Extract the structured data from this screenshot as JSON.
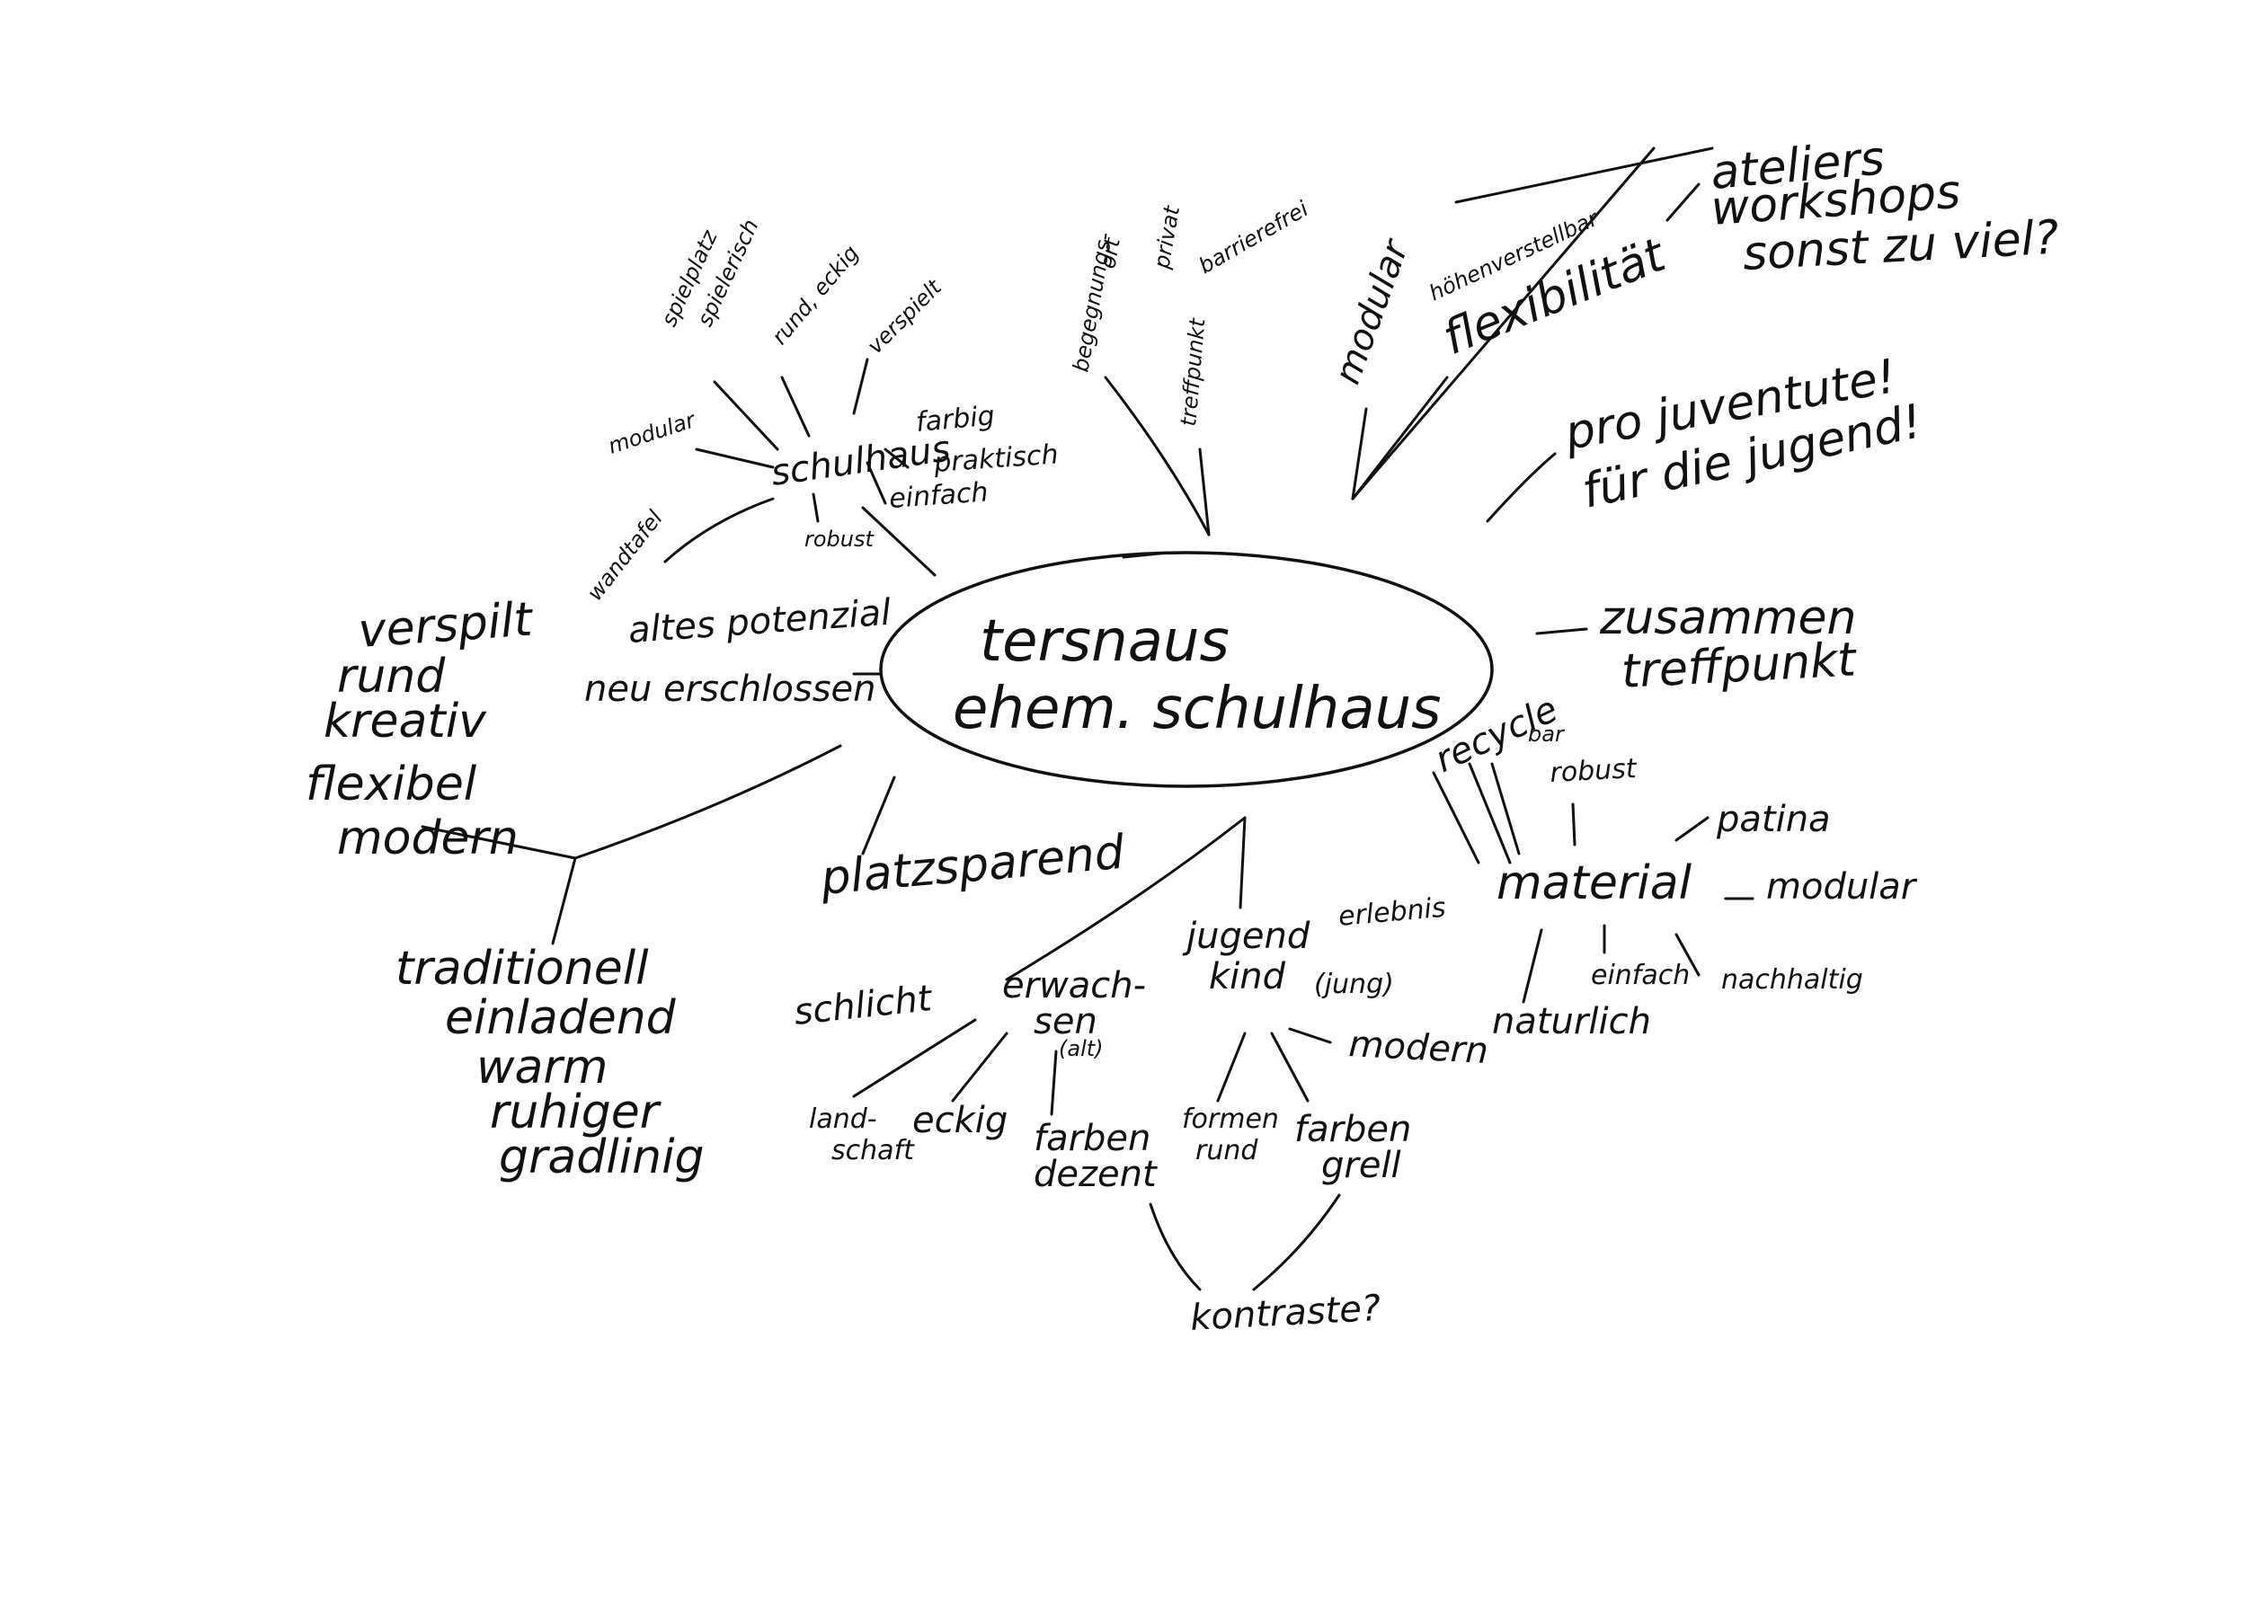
{
  "center": {
    "line1": "tersnaus",
    "line2": "ehem. schulhaus"
  },
  "schulhaus": {
    "title": "schulhaus",
    "farbig": "farbig",
    "praktisch": "praktisch",
    "einfach": "einfach",
    "robust": "robust",
    "wandtafel": "wandtafel",
    "modular": "modular",
    "spielplatz": "spielplatz",
    "spielerisch": "spielerisch",
    "rund_eckig": "rund, eckig",
    "verspielt": "verspielt"
  },
  "potenzial": {
    "line1": "altes potenzial",
    "line2": "neu erschlossen"
  },
  "left_list": {
    "l1": "verspilt",
    "l2": "rund",
    "l3": "kreativ",
    "l4": "flexibel",
    "l5": "modern"
  },
  "traditionell": {
    "l1": "traditionell",
    "l2": "einladend",
    "l3": "warm",
    "l4": "ruhiger",
    "l5": "gradlinig"
  },
  "platzsparend": "platzsparend",
  "erwachsen": {
    "title_line1": "erwach-",
    "title_line2": "sen",
    "alt": "(alt)",
    "schlicht": "schlicht",
    "landschaft_l1": "land-",
    "landschaft_l2": "schaft",
    "eckig": "eckig",
    "farben_l1": "farben",
    "farben_l2": "dezent"
  },
  "jugend": {
    "title": "jugend",
    "erlebnis": "erlebnis",
    "kind": "kind",
    "jung": "(jung)",
    "modern": "modern",
    "formen_l1": "formen",
    "formen_l2": "rund",
    "farben_l1": "farben",
    "farben_l2": "grell"
  },
  "kontraste": "kontraste?",
  "material": {
    "title": "material",
    "recycle": "recycle",
    "bar": "bar",
    "robust": "robust",
    "patina": "patina",
    "modular": "modular",
    "einfach": "einfach",
    "nachhaltig": "nachhaltig",
    "naturlich": "naturlich"
  },
  "zusammen": {
    "l1": "zusammen",
    "l2": "treffpunkt"
  },
  "pro_juventute": {
    "l1": "pro juventute!",
    "l2": "für die jugend!"
  },
  "flex": {
    "flexibilitat": "flexibilität",
    "hohen": "höhenverstellbar",
    "modular": "modular"
  },
  "ateliers": {
    "l1": "ateliers",
    "l2": "workshops",
    "l3": "sonst zu viel?"
  },
  "top": {
    "begegnungs_l1": "begegnungs-",
    "begegnungs_l2": "ort",
    "treffpunkt": "treffpunkt",
    "privat": "privat",
    "barrierefrei": "barrierefrei"
  }
}
